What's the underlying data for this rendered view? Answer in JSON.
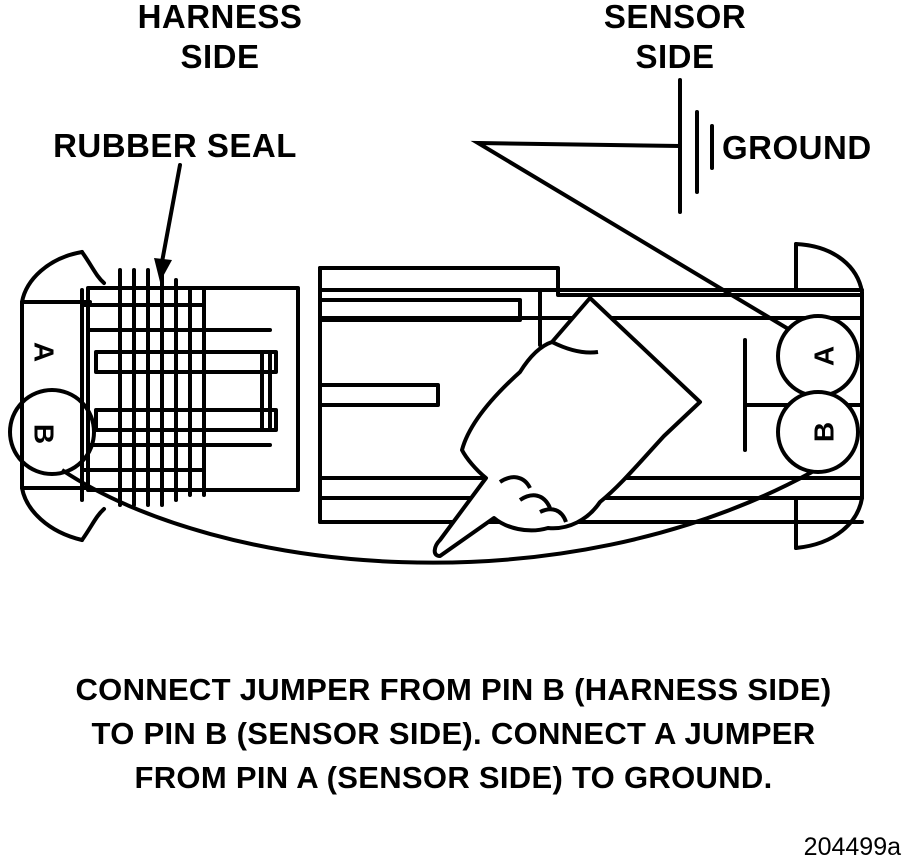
{
  "labels": {
    "harness_side": [
      "HARNESS",
      "SIDE"
    ],
    "sensor_side": [
      "SENSOR",
      "SIDE"
    ],
    "rubber_seal": "RUBBER SEAL",
    "ground": "GROUND"
  },
  "pins": {
    "harness_a": "A",
    "harness_b": "B",
    "sensor_a": "A",
    "sensor_b": "B"
  },
  "caption": [
    "CONNECT JUMPER FROM PIN B (HARNESS SIDE)",
    "TO PIN B (SENSOR SIDE). CONNECT A JUMPER",
    "FROM PIN A (SENSOR SIDE) TO GROUND."
  ],
  "figure_id": "204499a"
}
